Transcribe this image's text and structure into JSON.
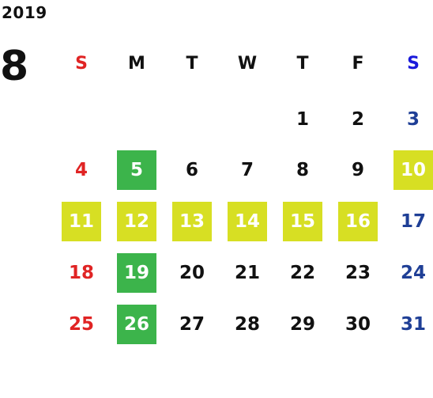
{
  "year": "2019",
  "month": "8",
  "colors": {
    "sunday": "#e02424",
    "saturday_header": "#1a1adb",
    "saturday": "#1f3f96",
    "weekday": "#111111",
    "highlight_green": "#3cb44b",
    "highlight_yellow": "#d7df23",
    "highlight_text": "#ffffff"
  },
  "weekdays": [
    "S",
    "M",
    "T",
    "W",
    "T",
    "F",
    "S"
  ],
  "weeks": [
    [
      null,
      null,
      null,
      null,
      "1",
      "2",
      "3"
    ],
    [
      "4",
      "5",
      "6",
      "7",
      "8",
      "9",
      "10"
    ],
    [
      "11",
      "12",
      "13",
      "14",
      "15",
      "16",
      "17"
    ],
    [
      "18",
      "19",
      "20",
      "21",
      "22",
      "23",
      "24"
    ],
    [
      "25",
      "26",
      "27",
      "28",
      "29",
      "30",
      "31"
    ]
  ],
  "highlights": {
    "green": [
      "5",
      "19",
      "26"
    ],
    "yellow": [
      "10",
      "11",
      "12",
      "13",
      "14",
      "15",
      "16"
    ]
  }
}
